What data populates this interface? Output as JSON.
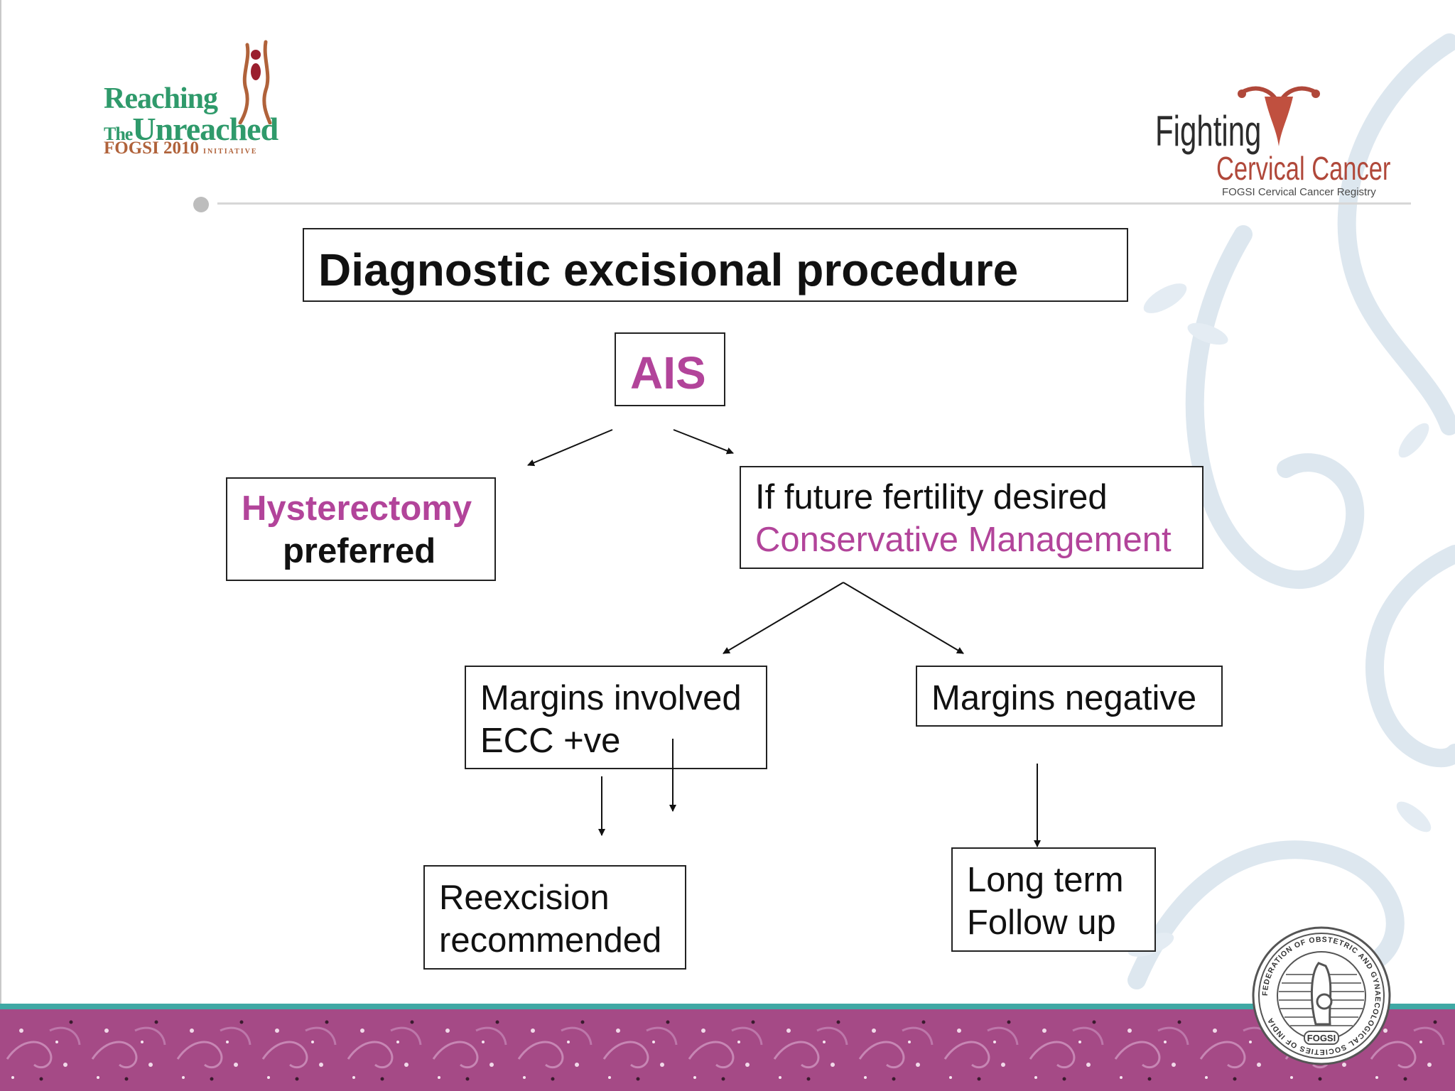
{
  "header": {
    "logo_left": {
      "line1": "Reaching",
      "line2_the": "The",
      "line2_unreached": "Unreached",
      "line3": "FOGSI 2010",
      "initiative": "INITIATIVE"
    },
    "logo_right": {
      "word1": "Fighting",
      "word2": "Cervical Cancer",
      "registry": "FOGSI Cervical Cancer Registry"
    }
  },
  "diagram": {
    "title": "Diagnostic excisional procedure",
    "root": "AIS",
    "left_branch": {
      "line1": "Hysterectomy",
      "line2": "preferred"
    },
    "right_branch": {
      "line1": "If future fertility desired",
      "line2": "Conservative Management"
    },
    "margins_involved": {
      "line1": "Margins involved",
      "line2": "ECC +ve"
    },
    "margins_negative": {
      "line1": "Margins negative"
    },
    "reexcision": {
      "line1": "Reexcision",
      "line2": "recommended"
    },
    "follow_up": {
      "line1": "Long term",
      "line2": "Follow up"
    }
  },
  "footer": {
    "seal_text": "FEDERATION OF OBSTETRIC AND GYNAECOLOGICAL SOCIETIES OF INDIA",
    "seal_abbr": "FOGSI"
  },
  "colors": {
    "accent_magenta": "#b2449a",
    "band_pink": "#a54a86",
    "teal": "#3fa8a4",
    "logo_green": "#2f9a6b",
    "logo_red": "#b0483a"
  }
}
